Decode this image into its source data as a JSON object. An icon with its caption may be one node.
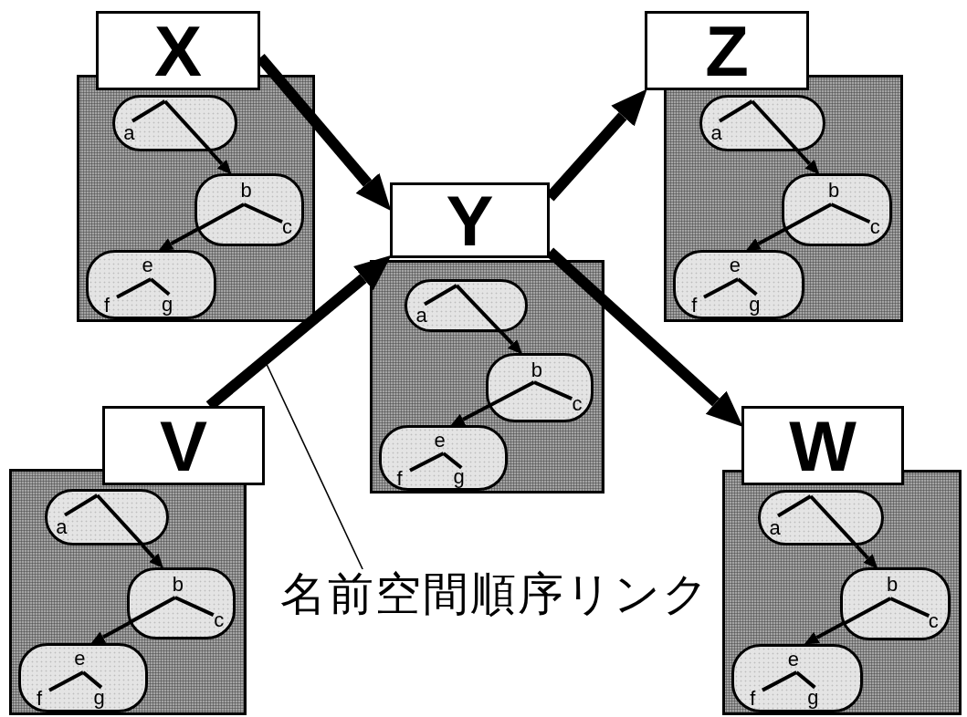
{
  "diagram": {
    "nodes": [
      {
        "text": [
          "X"
        ]
      },
      {
        "text": [],
        "shape": "box"
      },
      {
        "text": [
          "a"
        ],
        "in": 1
      },
      {
        "text": [
          "b",
          "c"
        ],
        "in": 1
      },
      {
        "text": [
          "e",
          "f",
          "g"
        ],
        "in": 1
      },
      {
        "text": [
          "Z"
        ]
      },
      {
        "text": [],
        "shape": "box"
      },
      {
        "text": [
          "a"
        ],
        "in": 6
      },
      {
        "text": [
          "b",
          "c"
        ],
        "in": 6
      },
      {
        "text": [
          "e",
          "f",
          "g"
        ],
        "in": 6
      },
      {
        "text": [
          "Y"
        ]
      },
      {
        "text": [],
        "shape": "box"
      },
      {
        "text": [
          "a"
        ],
        "in": 11
      },
      {
        "text": [
          "b",
          "c"
        ],
        "in": 11
      },
      {
        "text": [
          "e",
          "f",
          "g"
        ],
        "in": 11
      },
      {
        "text": [
          "V"
        ]
      },
      {
        "text": [],
        "shape": "box"
      },
      {
        "text": [
          "a"
        ],
        "in": 16
      },
      {
        "text": [
          "b",
          "c"
        ],
        "in": 16
      },
      {
        "text": [
          "e",
          "f",
          "g"
        ],
        "in": 16
      },
      {
        "text": [
          "名前空間順序リンク"
        ]
      },
      {
        "text": [
          "W"
        ]
      },
      {
        "text": [],
        "shape": "box"
      },
      {
        "text": [
          "a"
        ],
        "in": 22
      },
      {
        "text": [
          "b",
          "c"
        ],
        "in": 22
      },
      {
        "text": [
          "e",
          "f",
          "g"
        ],
        "in": 22
      }
    ],
    "edges": [
      {
        "from": 2,
        "to": 3,
        "arrow": "to"
      },
      {
        "from": 3,
        "to": 4,
        "arrow": "to"
      },
      {
        "from": 7,
        "to": 8,
        "arrow": "to"
      },
      {
        "from": 8,
        "to": 9,
        "arrow": "to"
      },
      {
        "from": 12,
        "to": 13,
        "arrow": "to"
      },
      {
        "from": 13,
        "to": 14,
        "arrow": "to"
      },
      {
        "from": 17,
        "to": 18,
        "arrow": "to"
      },
      {
        "from": 18,
        "to": 19,
        "arrow": "to"
      },
      {
        "from": 23,
        "to": 24,
        "arrow": "to"
      },
      {
        "from": 24,
        "to": 25,
        "arrow": "to"
      },
      {
        "from": 0,
        "to": 10,
        "arrow": "to",
        "style": "thick"
      },
      {
        "from": 15,
        "to": 10,
        "arrow": "to",
        "style": "thick"
      },
      {
        "from": 10,
        "to": 5,
        "arrow": "to",
        "style": "thick"
      },
      {
        "from": 10,
        "to": 21,
        "arrow": "to",
        "style": "thick"
      },
      {
        "from": 20,
        "to": null,
        "arrow": "none"
      }
    ]
  }
}
